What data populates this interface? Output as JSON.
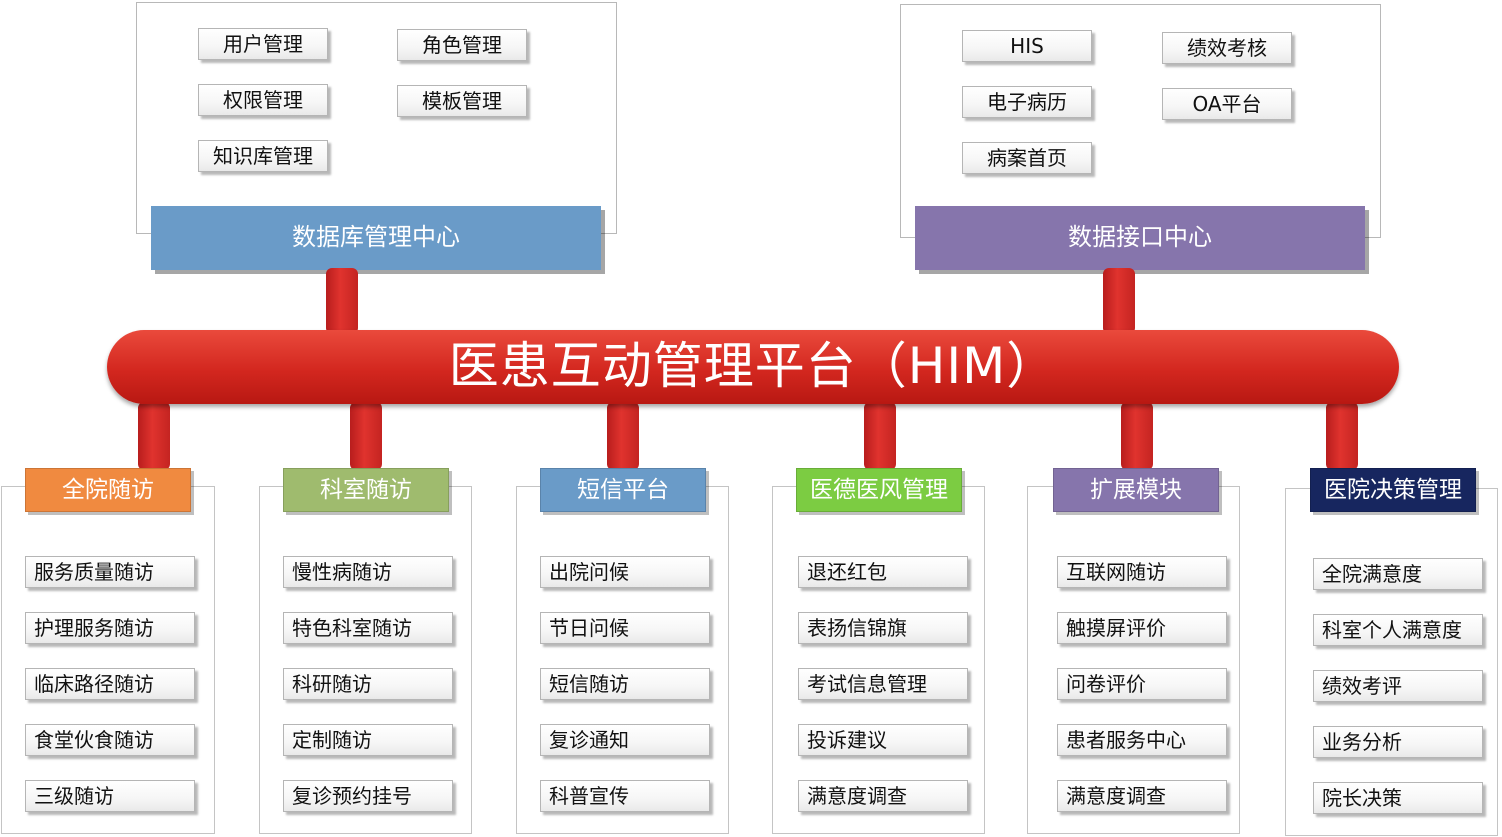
{
  "platform": {
    "title": "医患互动管理平台（HIM）"
  },
  "db_center": {
    "title": "数据库管理中心",
    "color": "#6a9bc8",
    "items": [
      "用户管理",
      "角色管理",
      "权限管理",
      "模板管理",
      "知识库管理"
    ]
  },
  "interface_center": {
    "title": "数据接口中心",
    "color": "#8675ac",
    "items": [
      "HIS",
      "绩效考核",
      "电子病历",
      "OA平台",
      "病案首页"
    ]
  },
  "modules": [
    {
      "title": "全院随访",
      "color": "#f08a40",
      "items": [
        "服务质量随访",
        "护理服务随访",
        "临床路径随访",
        "食堂伙食随访",
        "三级随访"
      ]
    },
    {
      "title": "科室随访",
      "color": "#9fbb6e",
      "items": [
        "慢性病随访",
        "特色科室随访",
        "科研随访",
        "定制随访",
        "复诊预约挂号"
      ]
    },
    {
      "title": "短信平台",
      "color": "#6a9bc8",
      "items": [
        "出院问候",
        "节日问候",
        "短信随访",
        "复诊通知",
        "科普宣传"
      ]
    },
    {
      "title": "医德医风管理",
      "color": "#7ccc42",
      "items": [
        "退还红包",
        "表扬信锦旗",
        "考试信息管理",
        "投诉建议",
        "满意度调查"
      ]
    },
    {
      "title": "扩展模块",
      "color": "#8675ac",
      "items": [
        "互联网随访",
        "触摸屏评价",
        "问卷评价",
        "患者服务中心",
        "满意度调查"
      ]
    },
    {
      "title": "医院决策管理",
      "color": "#17265f",
      "items": [
        "全院满意度",
        "科室个人满意度",
        "绩效考评",
        "业务分析",
        "院长决策"
      ]
    }
  ]
}
